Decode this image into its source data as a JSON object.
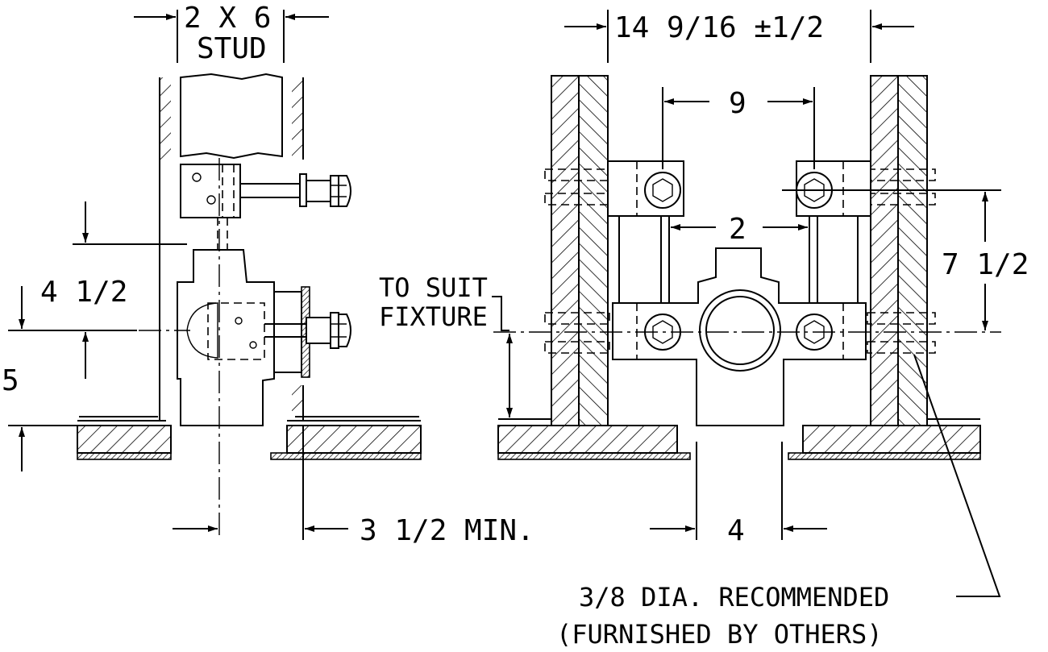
{
  "labels": {
    "stud": "2 X 6",
    "stud_sub": "STUD",
    "dim_4_1_2": "4 1/2",
    "dim_5": "5",
    "dim_3_1_2_min": "3 1/2 MIN.",
    "dim_14_9_16": "14 9/16 ±1/2",
    "dim_9": "9",
    "dim_2": "2",
    "dim_7_1_2": "7 1/2",
    "dim_4": "4",
    "to_suit_1": "TO SUIT",
    "to_suit_2": "FIXTURE",
    "note_1": "3/8 DIA. RECOMMENDED",
    "note_2": "(FURNISHED BY OTHERS)"
  },
  "colors": {
    "ink": "#000000",
    "paper": "#ffffff"
  }
}
